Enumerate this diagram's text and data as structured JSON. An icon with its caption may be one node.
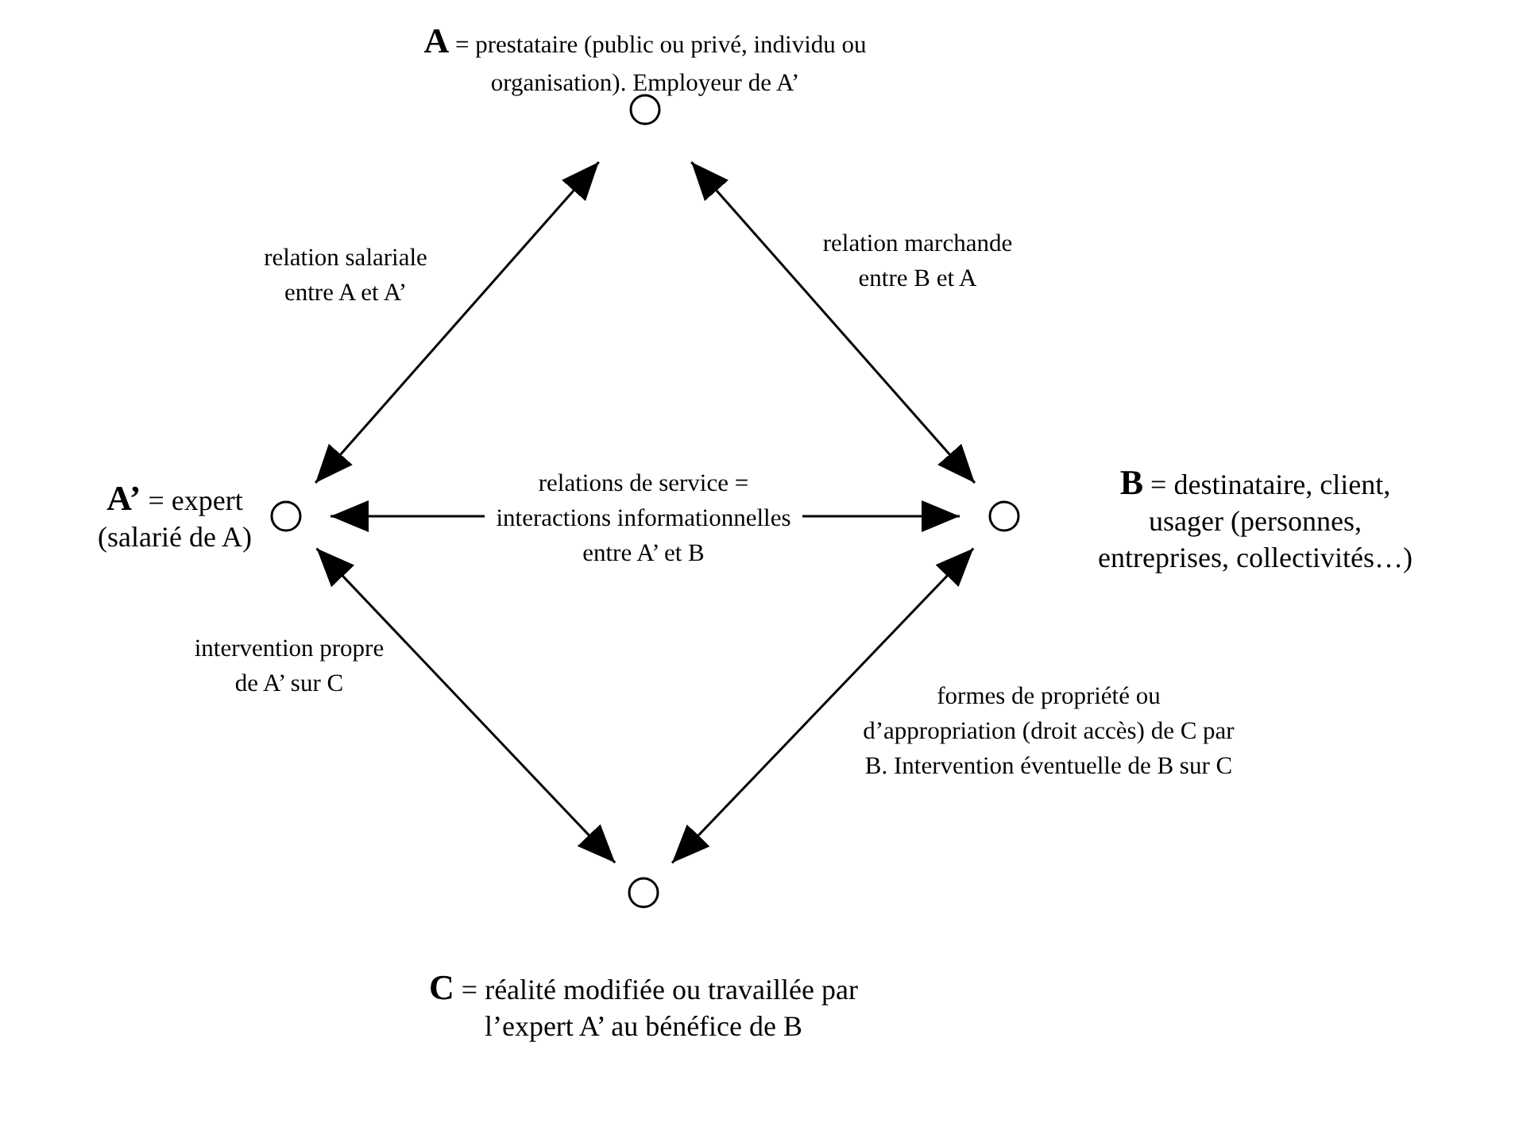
{
  "diagram": {
    "nodes": [
      {
        "text": [
          "**A** = prestataire (public ou privé, individu ou organisation). Employeur de A’"
        ]
      },
      {
        "text": [
          "**A’** = expert (salarié de A)"
        ]
      },
      {
        "text": [
          "**B** = destinataire, client, usager (personnes, entreprises, collectivités…)"
        ]
      },
      {
        "text": [
          "**C** = réalité modifiée ou travaillée par l’expert A’ au bénéfice de B"
        ]
      }
    ],
    "edges": [
      {
        "from": 1,
        "to": 0,
        "arrow": "both",
        "label": "relation salariale entre A et A’"
      },
      {
        "from": 2,
        "to": 0,
        "arrow": "both",
        "label": "relation marchande entre B et A"
      },
      {
        "from": 1,
        "to": 2,
        "arrow": "both",
        "label": "relations de service = interactions informationnelles entre A’ et B"
      },
      {
        "from": 1,
        "to": 3,
        "arrow": "both",
        "label": "intervention propre de A’ sur C"
      },
      {
        "from": 2,
        "to": 3,
        "arrow": "both",
        "label": "formes de propriété ou d’appropriation (droit accès) de C par B. Intervention éventuelle de B sur C"
      }
    ]
  }
}
